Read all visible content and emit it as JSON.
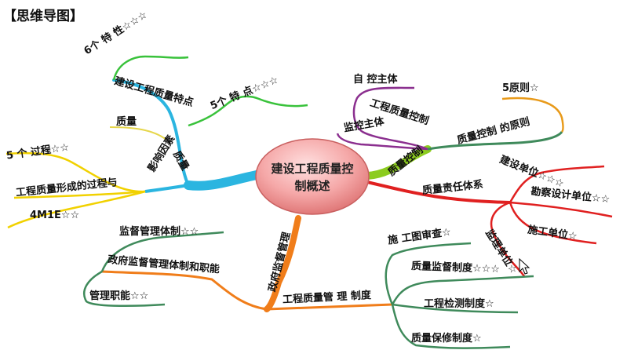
{
  "heading": "【思维导图】",
  "center": {
    "line1": "建设工程质量控",
    "line2": "制概述"
  },
  "branches": {
    "quality": {
      "label": "质量",
      "characteristics": "建设工程质量特点",
      "six_features": "6个 特 性☆☆☆",
      "five_features": "5个 特 点☆☆☆",
      "influence_factors": "影响因素",
      "quality_word": "质量",
      "five_processes": "5 个 过程☆☆",
      "formation_process": "工程质量形成的过程与",
      "four_m1e": "4M1E☆☆"
    },
    "control": {
      "label": "质量控制",
      "self_control": "自 控主体",
      "quality_control_sub": "工程质量控制",
      "supervisor": "监控主体",
      "principles": "质量控制 的原则",
      "five_principles": "5原则☆"
    },
    "responsibility": {
      "label": "质量责任体系",
      "construction_unit": "建设单位☆☆☆",
      "survey_design": "勘察设计单位☆☆",
      "builder": "施工单位☆",
      "supervision_unit": "监理单位☆"
    },
    "government": {
      "label": "政府监督管理",
      "system": "监督管理体制☆☆",
      "system_duties": "政府监督管理体制和职能",
      "duties": "管理职能☆☆"
    },
    "systems": {
      "label": "工程质量管 理 制度",
      "drawing_review": "施 工图审查☆",
      "supervision_system": "质量监督制度☆☆☆",
      "testing": "工程检测制度☆",
      "warranty": "质量保修制度☆"
    }
  }
}
